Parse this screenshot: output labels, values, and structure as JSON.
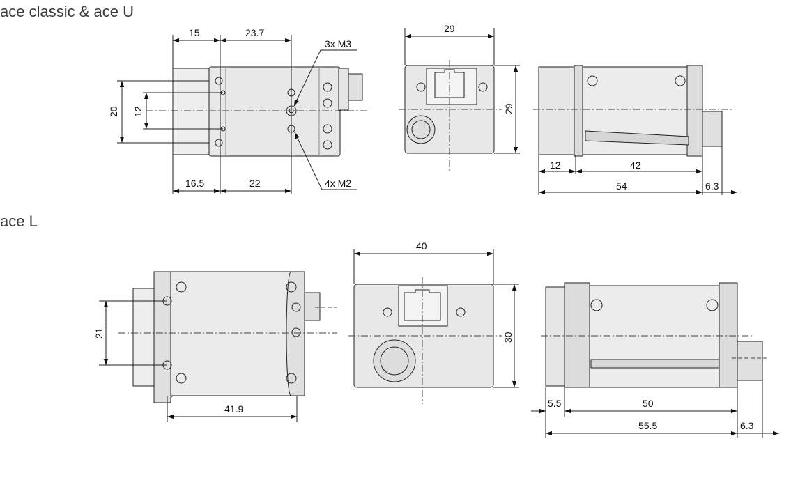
{
  "sections": {
    "top": {
      "title": "ace classic & ace U",
      "labels": {
        "w15": "15",
        "w23_7": "23.7",
        "h20": "20",
        "h12": "12",
        "w16_5": "16.5",
        "w22": "22",
        "m3": "3x M3",
        "m2": "4x M2",
        "front_w": "29",
        "front_h": "29",
        "side_12": "12",
        "side_42": "42",
        "side_54": "54",
        "side_6_3": "6.3"
      }
    },
    "bottom": {
      "title": "ace L",
      "labels": {
        "h21": "21",
        "w41_9": "41.9",
        "front_w": "40",
        "front_h": "30",
        "side_5_5": "5.5",
        "side_50": "50",
        "side_55_5": "55.5",
        "side_6_3": "6.3"
      }
    }
  }
}
